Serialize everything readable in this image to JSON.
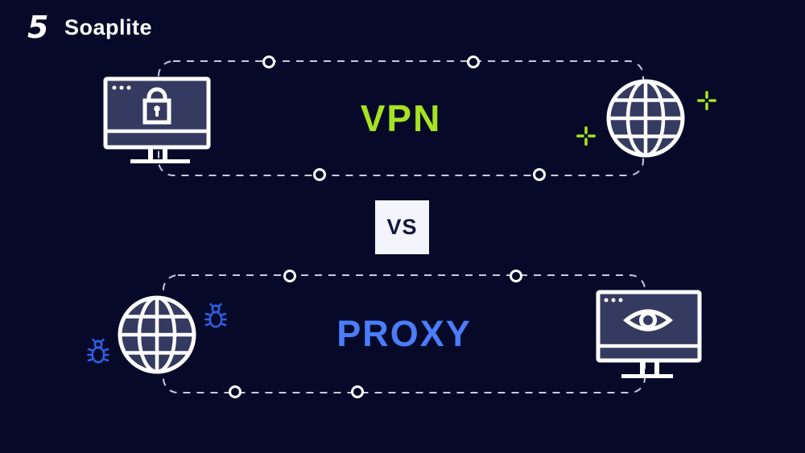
{
  "brand": {
    "glyph": "5",
    "name": "Soaplite"
  },
  "comparison": {
    "top": {
      "label": "VPN",
      "color": "#a6e322",
      "icons": [
        "lock-monitor",
        "globe",
        "sparkles"
      ]
    },
    "divider": {
      "label": "VS"
    },
    "bottom": {
      "label": "PROXY",
      "color": "#4a7dfa",
      "icons": [
        "globe",
        "bugs",
        "eye-monitor"
      ]
    }
  },
  "colors": {
    "background": "#060a28",
    "icon_fill": "#353b60",
    "icon_stroke": "#ffffff",
    "dash_border": "#c6c9e0",
    "vpn_green": "#a6e322",
    "proxy_blue": "#4a7dfa",
    "bug_blue": "#2f5de4",
    "vs_box_bg": "#f3f5fb",
    "vs_box_text": "#10153d"
  }
}
